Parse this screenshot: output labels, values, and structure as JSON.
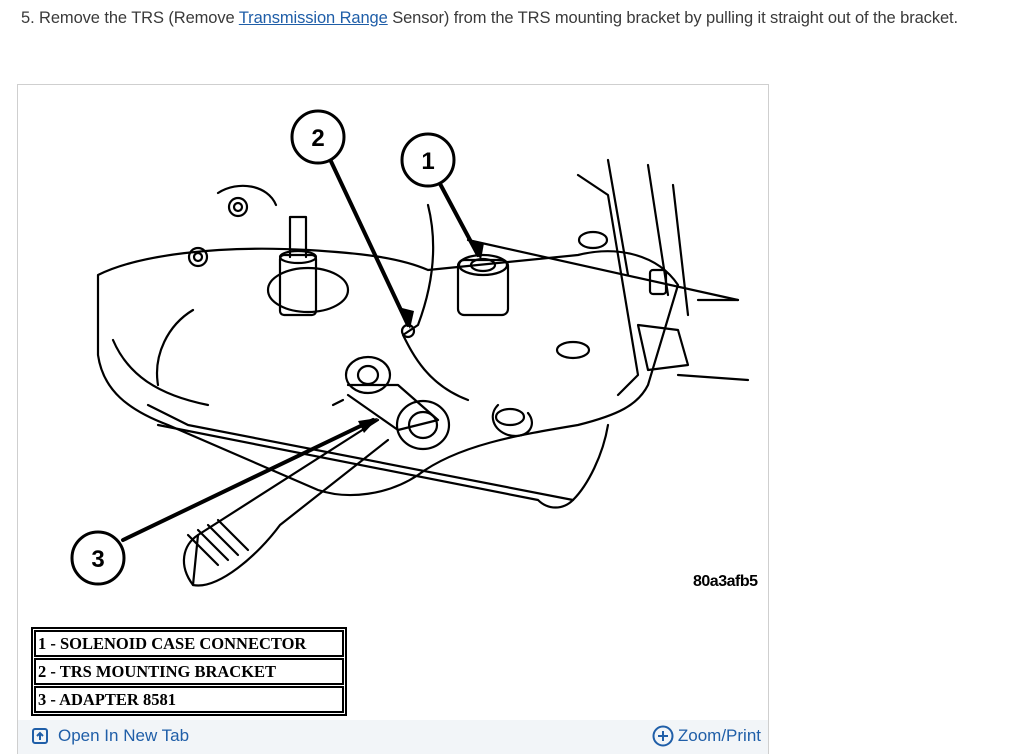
{
  "step": {
    "prefix": "5. Remove the TRS (Remove ",
    "link": "Transmission Range",
    "suffix": " Sensor) from the TRS mounting bracket by pulling it straight out of the bracket."
  },
  "figure": {
    "callouts": [
      "1",
      "2",
      "3"
    ],
    "code": "80a3afb5",
    "legend": [
      "1 - SOLENOID CASE CONNECTOR",
      "2 - TRS MOUNTING BRACKET",
      "3 - ADAPTER 8581"
    ]
  },
  "toolbar": {
    "open_label": "Open In New Tab",
    "zoom_label": "Zoom/Print",
    "open_icon": "open-new-tab-icon",
    "zoom_icon": "zoom-plus-icon",
    "accent": "#1f5ea8"
  }
}
